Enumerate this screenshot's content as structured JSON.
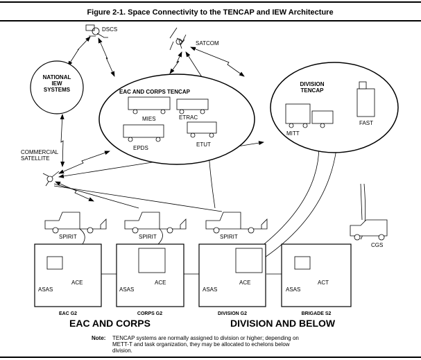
{
  "title": "Figure 2-1. Space Connectivity to the TENCAP and IEW Architecture",
  "satellites": {
    "dscs": "DSCS",
    "satcom": "SATCOM",
    "commercial_line1": "COMMERCIAL",
    "commercial_line2": "SATELLITE"
  },
  "national": {
    "line1": "NATIONAL",
    "line2": "IEW",
    "line3": "SYSTEMS"
  },
  "eac_tencap": {
    "title": "EAC AND CORPS TENCAP",
    "mies": "MIES",
    "etrac": "ETRAC",
    "epds": "EPDS",
    "etut": "ETUT"
  },
  "division_tencap": {
    "line1": "DIVISION",
    "line2": "TENCAP",
    "mitt": "MITT",
    "fast": "FAST"
  },
  "spirit": "SPIRIT",
  "cgs": "CGS",
  "echelons": [
    {
      "label": "EAC G2",
      "left": "ASAS",
      "right": "ACE"
    },
    {
      "label": "CORPS G2",
      "left": "ASAS",
      "right": "ACE"
    },
    {
      "label": "DIVISION G2",
      "left": "ASAS",
      "right": "ACE"
    },
    {
      "label": "BRIGADE S2",
      "left": "ASAS",
      "right": "ACT"
    }
  ],
  "groups": {
    "left": "EAC AND CORPS",
    "right": "DIVISION AND BELOW"
  },
  "note": {
    "label": "Note:",
    "line1": "TENCAP systems are normally assigned to division or higher; depending on",
    "line2": "METT-T and task organization, they may be allocated to echelons below",
    "line3": "division."
  }
}
